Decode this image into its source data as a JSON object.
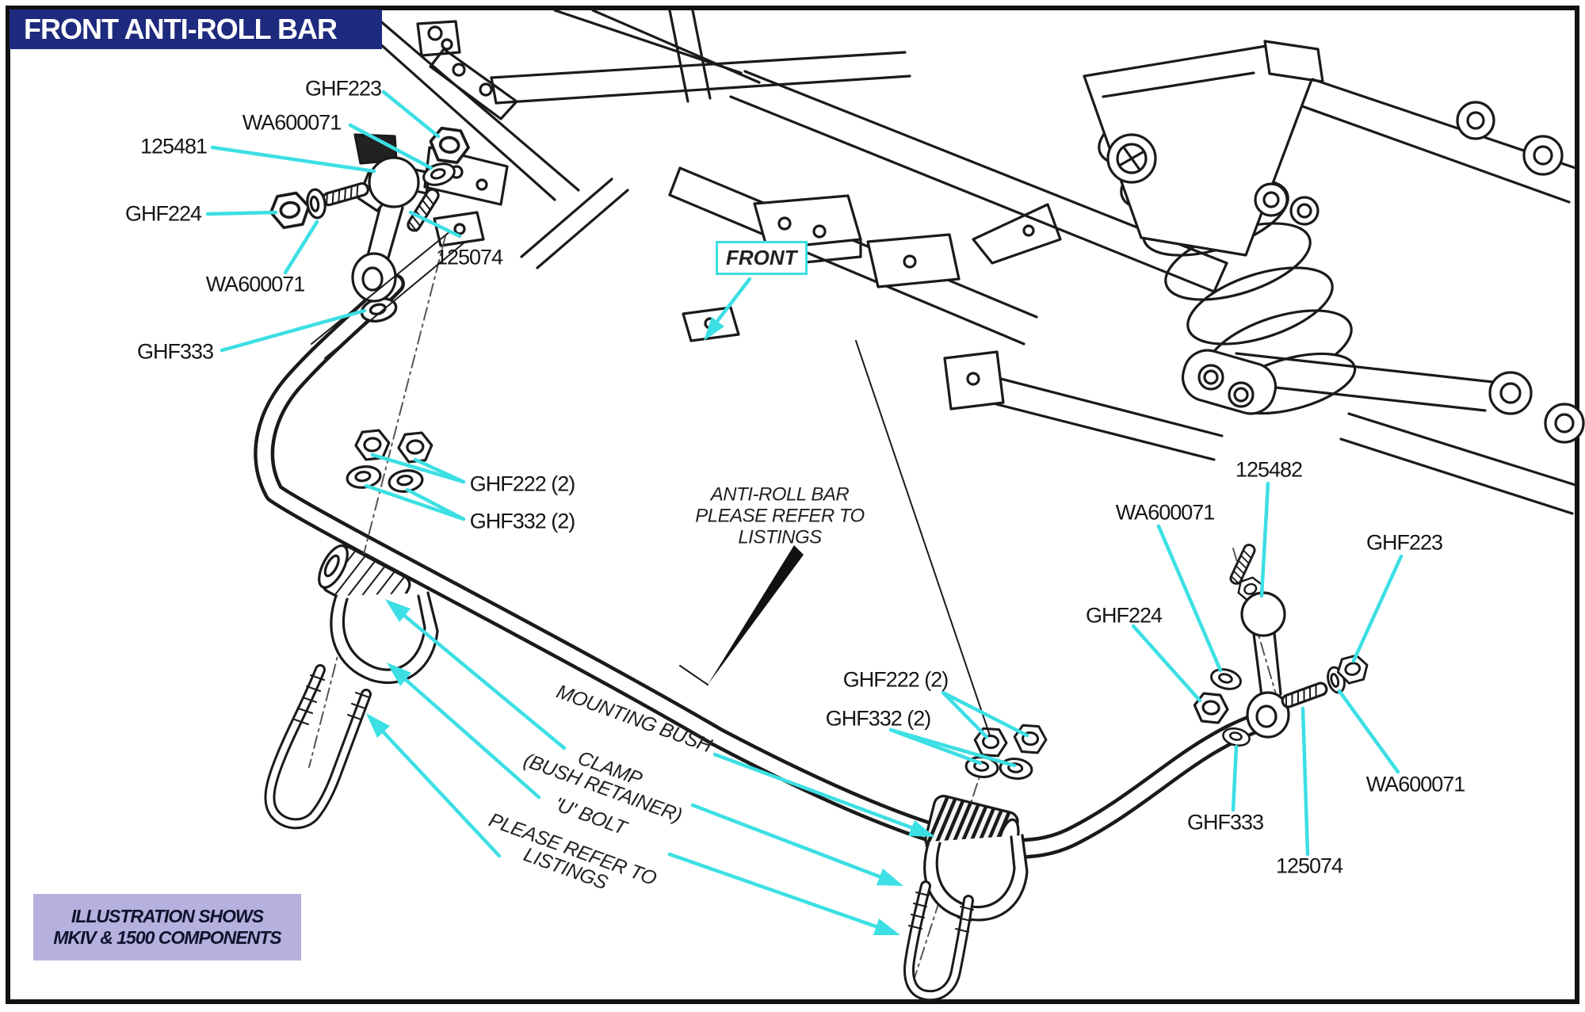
{
  "title": "FRONT ANTI-ROLL BAR",
  "legend": {
    "line1": "ILLUSTRATION SHOWS",
    "line2": "MKIV & 1500 COMPONENTS"
  },
  "front_marker": "FRONT",
  "note": {
    "line1": "ANTI-ROLL BAR",
    "line2": "PLEASE REFER TO",
    "line3": "LISTINGS"
  },
  "callouts": {
    "mounting_bush": "MOUNTING BUSH",
    "clamp_line1": "CLAMP",
    "clamp_line2": "(BUSH RETAINER)",
    "u_bolt": "'U' BOLT",
    "refer_line1": "PLEASE REFER TO",
    "refer_line2": "LISTINGS"
  },
  "part_labels": {
    "left": [
      "GHF223",
      "WA600071",
      "125481",
      "GHF224",
      "WA600071",
      "125074",
      "GHF333",
      "GHF222 (2)",
      "GHF332 (2)"
    ],
    "right": [
      "GHF222 (2)",
      "GHF332 (2)",
      "125482",
      "WA600071",
      "GHF224",
      "GHF223",
      "WA600071",
      "GHF333",
      "125074"
    ]
  },
  "colors": {
    "banner_bg": "#1e2a7d",
    "banner_text": "#ffffff",
    "accent_cyan": "#3cdfe4",
    "legend_bg": "#b6b0de",
    "ink": "#1a1a1a"
  }
}
